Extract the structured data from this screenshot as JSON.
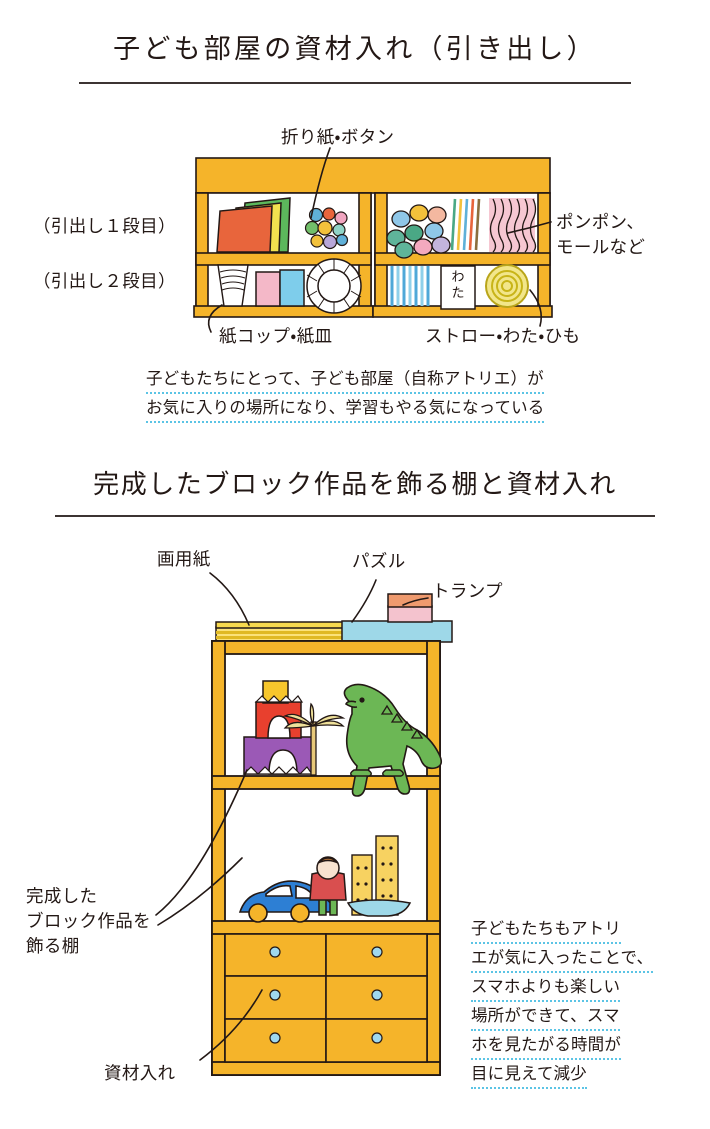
{
  "section1": {
    "title": "子ども部屋の資材入れ（引き出し）",
    "labels": {
      "top_center": "折り紙・ボタン",
      "left_row1": "（引出し１段目）",
      "left_row2": "（引出し２段目）",
      "right_top_l1": "ポンポン、",
      "right_top_l2": "モールなど",
      "bottom_left": "紙コップ・紙皿",
      "bottom_right": "ストロー・わた・ひも",
      "cotton_box": "わた"
    },
    "caption": [
      "子どもたちにとって、子ども部屋（自称アトリエ）が",
      "お気に入りの場所になり、学習もやる気になっている"
    ]
  },
  "section2": {
    "title": "完成したブロック作品を飾る棚と資材入れ",
    "labels": {
      "paper": "画用紙",
      "puzzle": "パズル",
      "cards": "トランプ",
      "shelf_l1": "完成した",
      "shelf_l2": "ブロック作品を",
      "shelf_l3": "飾る棚",
      "drawers": "資材入れ"
    },
    "caption": [
      "子どもたちもアトリ",
      "エが気に入ったことで、",
      "スマホよりも楽しい",
      "場所ができて、スマ",
      "ホを見たがる時間が",
      "目に見えて減少"
    ]
  },
  "colors": {
    "wood": "#f5b42a",
    "wood_dark": "#e8a316",
    "outline": "#231815",
    "dotted_underline": "#5bc4e5",
    "knob": "#9fd8ef",
    "dino": "#6cb755",
    "car": "#2d7fd4",
    "paper_yellow": "#fbe27a",
    "puzzle_blue": "#9ed8e8",
    "cards_pink": "#f4c3ce",
    "cards_orange": "#ef9a6e"
  }
}
